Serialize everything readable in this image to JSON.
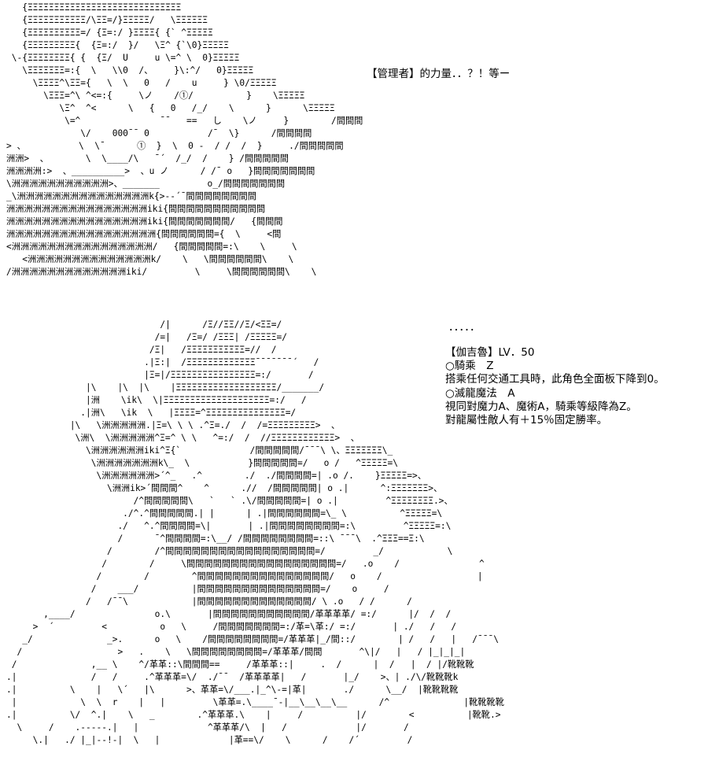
{
  "art_top": [
    "   {ΞΞΞΞΞΞΞΞΞΞΞΞΞΞΞΞΞΞΞΞΞΞΞΞΞΞΞΞΞ",
    "   {ΞΞΞΞΞΞΞΞΞΞΞ/\\ΞΞ=/}ΞΞΞΞΞ/   \\ΞΞΞΞΞΞ",
    "   {ΞΞΞΞΞΞΞΞΞΞ=/ {Ξ=:/ }ΞΞΞΞ{ {` ^ΞΞΞΞΞ",
    "   {ΞΞΞΞΞΞΞΞΞ{  {Ξ=:/  }/   \\Ξ^ {`\\0}ΞΞΞΞΞ",
    " \\-{ΞΞΞΞΞΞΞΞ{ {  {Ξ/  U     u \\=^ \\  0}ΞΞΞΞΞ",
    "   \\ΞΞΞΞΞΞΞ=:{  \\   \\\\0  /、    }\\:^/   0}ΞΞΞΞΞ",
    "     \\ΞΞΞΞ^\\ΞΞ={   \\  \\   0   /    u     } \\0/ΞΞΞΞΞ",
    "       \\ΞΞΞ=^\\ ^<=:{     \\ノ    /①/          }    \\ΞΞΞΞΞ",
    "          \\Ξ^  ^<      \\   {   0   /_/    \\      }      \\ΞΞΞΞΞ",
    "           \\=^               ¯¯   ==   し    \\ノ     }        /間間間",
    "              \\/    000¯¯ 0           /¯  \\}      /間間間間",
    "> 、          \\  \\¯      ①  }  \\  0 -  / /  /  }     ./間間間間間",
    "洲洲>  、       \\  \\____/\\   ¯´  /_/  /    } /間間間間間",
    "洲洲洲洲:>  、__________>  、u ノ      / /¯ o   }間間間間間間間",
    "\\洲洲洲洲洲洲洲洲洲洲洲>、_______         o_/間間間間間間間",
    "_\\洲洲洲洲洲洲洲洲洲洲洲洲洲洲洲k{>--´¯間間間間間間間間",
    "洲洲洲洲洲洲洲洲洲洲洲洲洲洲洲洲iki{間間間間間間間間間間間",
    "洲洲洲洲洲洲洲洲洲洲洲洲洲洲洲洲iki{間間間間間間間/   {間間間",
    "洲洲洲洲洲洲洲洲洲洲洲洲洲洲洲洲洲{間間間間間間={  \\     <間",
    "<洲洲洲洲洲洲洲洲洲洲洲洲洲洲洲洲/   {間間間間間=:\\    \\     \\",
    "   <洲洲洲洲洲洲洲洲洲洲洲洲洲洲k/    \\   \\間間間間間間\\    \\",
    "/洲洲洲洲洲洲洲洲洲洲洲洲洲iki/         \\     \\間間間間間間\\    \\"
  ],
  "caption_top": "【管理者】的力量．．？！等ー",
  "caption_dots": "．．．．．",
  "art_bottom": [
    "                             /|      /Ξ//ΞΞ//Ξ/<ΞΞ=/",
    "                            /=|   /Ξ=/ /ΞΞΞ| /ΞΞΞΞΞ=/",
    "                           /Ξ|   /ΞΞΞΞΞΞΞΞΞΞΞ=//  /",
    "                          .|Ξ:|  /ΞΞΞΞΞΞΞΞΞΞΞΞΞ¯¯¯¯¯¯¯´   /",
    "                          |Ξ=|/ΞΞΞΞΞΞΞΞΞΞΞΞΞΞΞΞ=:/       /",
    "               |\\    |\\  |\\    |ΞΞΞΞΞΞΞΞΞΞΞΞΞΞΞΞΞΞΞ/_______/",
    "               |洲    \\ik\\  \\|ΞΞΞΞΞΞΞΞΞΞΞΞΞΞΞΞΞΞΞΞ=:/   /",
    "              .|洲\\   \\ik  \\   |ΞΞΞΞ=^ΞΞΞΞΞΞΞΞΞΞΞΞΞΞΞ=/",
    "            |\\   \\洲洲洲洲洲.|Ξ=\\ \\ \\ .^Ξ=./  /  /=ΞΞΞΞΞΞΞΞΞ>  、",
    "             \\洲\\  \\洲洲洲洲洲^Ξ=^ \\ \\   ^=:/  /  //ΞΞΞΞΞΞΞΞΞΞΞΞ>  、",
    "               \\洲洲洲洲洲洲iki^Ξ{`             /間間間間間/¯¯¯\\ \\、ΞΞΞΞΞΞΞ\\_",
    "                \\洲洲洲洲洲洲洲k\\_  \\           }間間間間間=/   o /   ^ΞΞΞΞΞ=\\",
    "                 \\洲洲洲洲洲洲>´^_   .^        ./  ./間間間間=| .o /.    }ΞΞΞΞΞ=>、",
    "                   \\洲洲ik>´間間間^    ^      .//  /間間間間間| o .|      ^:ΞΞΞΞΞΞΞ>、",
    "                        /^間間間間間\\   `   ` .\\/間間間間間=| o .|         ^ΞΞΞΞΞΞΞΞ.>、",
    "                      ./^.^間間間間間.| |      | .|間間間間間間=\\_ \\          ^ΞΞΞΞΞ=\\",
    "                     ./   ^.^間間間間=\\|       | .|間間間間間間間間=:\\         ^ΞΞΞΞΞ=:\\",
    "                     /      ¯^間間間間=:\\__/ /間間間間間間間間=::\\ ¯¯¯\\  .^ΞΞΞ==Ξ:\\",
    "                   /        /^間間間間間間間間間間間間間間間間間=/         _/            \\",
    "                  /        /     \\間間間間間間間間間間間間間間間間間=/   .o    /               ^",
    "                 /        /        ^間間間間間間間間間間間間間間間/   o    /                  |",
    "                /    ___/          |間間間間間間間間間間間間間間=/    o     /",
    "               /   /¯¯\\            |間間間間間間間間間間間間間/ \\ .o   / /      /",
    "       ,____/               o.\\       |間間間間間間間間間間間/革革革革/ =:/      |/  /  /",
    "     >  ´         <          o   \\     /間間間間間間間=:/革=\\革:/ =:/       | ./   /   /",
    "   _/              _>.      o   \\    /間間間間間間間間=/革革革|_/間::/        | /   /   |   /¯¯¯\\",
    "  /                  >   .    \\   \\間間間間間間間間=/革革革/間間       ^\\|/   |   / |_|_|_|",
    " /              ,__ \\    ^/革革::\\間間間==     /革革革::|     .  /      |  /   |  / |/靴靴靴",
    ".|              /   /     .^革革革=\\/  ./¯¯  /革革革革|   /       |_/    >、| ./\\/靴靴靴k",
    ".|          \\    |   \\´   |\\      >、革革=\\/___.|_^\\-=|革|       ./      \\__/  |靴靴靴靴",
    " |            \\  \\  r    |   |         \\革革=.\\____¯-|__\\__\\__\\__      /^              |靴靴靴靴",
    ".|          \\/  ^.|    \\   _        .^革革革.\\    |     /          |/        <          |靴靴.>",
    "  \\     /    .-----.|   |             ^革革革/\\  |   /             |/       /",
    "     \\.|   ./ |_|--!-|  \\   |             |革==\\/    \\      /    /´         /"
  ],
  "status": [
    "【伽吉魯】LV．50",
    "○騎乘　Z",
    "搭乘任何交通工具時，此角色全面板下降到0。",
    "",
    "○滅龍魔法　A",
    "視同對魔力A、魔術A，騎乘等級降為Z。",
    "對龍屬性敵人有＋15％固定勝率。"
  ]
}
